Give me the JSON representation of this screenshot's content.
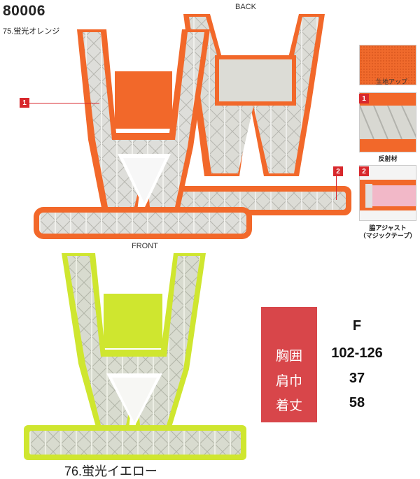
{
  "product": {
    "code": "80006",
    "color_orange": "75.蛍光オレンジ",
    "color_yellow": "76.蛍光イエロー"
  },
  "views": {
    "back": "BACK",
    "front": "FRONT"
  },
  "markers": {
    "one": "1",
    "two": "2"
  },
  "details": {
    "fabric": "生地アップ",
    "reflective": "反射材",
    "side_adjust_1": "脇アジャスト",
    "side_adjust_2": "（マジックテープ）"
  },
  "size_table": {
    "header": "F",
    "rows": [
      {
        "label": "胸囲",
        "value": "102-126"
      },
      {
        "label": "肩巾",
        "value": "37"
      },
      {
        "label": "着丈",
        "value": "58"
      }
    ]
  },
  "colors": {
    "orange": "#f2682a",
    "yellow": "#cfe62f",
    "reflective": "#d9d9d4",
    "accent_red": "#d8282c",
    "size_box": "#d8464a"
  }
}
